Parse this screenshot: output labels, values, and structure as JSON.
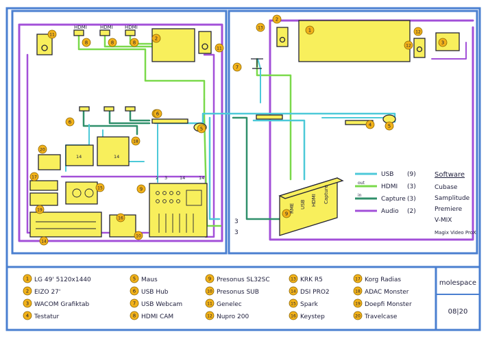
{
  "colors": {
    "frame": "#4a7fd0",
    "usb": "#4cc9d8",
    "hdmi": "#7ad94a",
    "capture": "#2f8f6a",
    "audio": "#a24fd8",
    "device": "#f8ef5c",
    "ink": "#222233",
    "marker": "#f2b21a"
  },
  "hdmi_labels": [
    "HDMI",
    "HDMI",
    "HDMI"
  ],
  "ports": {
    "p1": "14",
    "p2": "14",
    "p3": "2",
    "p4": "3",
    "p5": "14",
    "p6": "14",
    "out1": "3",
    "out2": "3"
  },
  "interface_labels": [
    "RME",
    "USB",
    "HDMI",
    "Capture"
  ],
  "legend": {
    "items": [
      {
        "name": "USB",
        "count": "(9)",
        "prefix": "",
        "color": "usb"
      },
      {
        "name": "HDMI",
        "count": "(3)",
        "prefix": "out",
        "color": "hdmi"
      },
      {
        "name": "Capture",
        "count": "(3)",
        "prefix": "in",
        "color": "capture"
      },
      {
        "name": "Audio",
        "count": "(2)",
        "prefix": "",
        "color": "audio"
      }
    ]
  },
  "software": {
    "title": "Software",
    "items": [
      "Cubase",
      "Samplitude",
      "Premiere",
      "V-MIX",
      "Magix Video ProX"
    ]
  },
  "devices": [
    {
      "num": "1",
      "name": "LG 49' 5120x1440"
    },
    {
      "num": "2",
      "name": "EIZO 27'"
    },
    {
      "num": "3",
      "name": "WACOM Grafiktab"
    },
    {
      "num": "4",
      "name": "Testatur"
    },
    {
      "num": "5",
      "name": "Maus"
    },
    {
      "num": "6",
      "name": "USB Hub"
    },
    {
      "num": "7",
      "name": "USB Webcam"
    },
    {
      "num": "8",
      "name": "HDMI CAM"
    },
    {
      "num": "9",
      "name": "Presonus SL32SC"
    },
    {
      "num": "10",
      "name": "Presonus SUB"
    },
    {
      "num": "11",
      "name": "Genelec"
    },
    {
      "num": "12",
      "name": "Nupro 200"
    },
    {
      "num": "13",
      "name": "KRK R5"
    },
    {
      "num": "14",
      "name": "DSI PRO2"
    },
    {
      "num": "15",
      "name": "Spark"
    },
    {
      "num": "16",
      "name": "Keystep"
    },
    {
      "num": "17",
      "name": "Korg Radias"
    },
    {
      "num": "18",
      "name": "ADAC Monster"
    },
    {
      "num": "19",
      "name": "Doepfi Monster"
    },
    {
      "num": "20",
      "name": "Travelcase"
    }
  ],
  "studio": "molespace",
  "date": "08|20"
}
